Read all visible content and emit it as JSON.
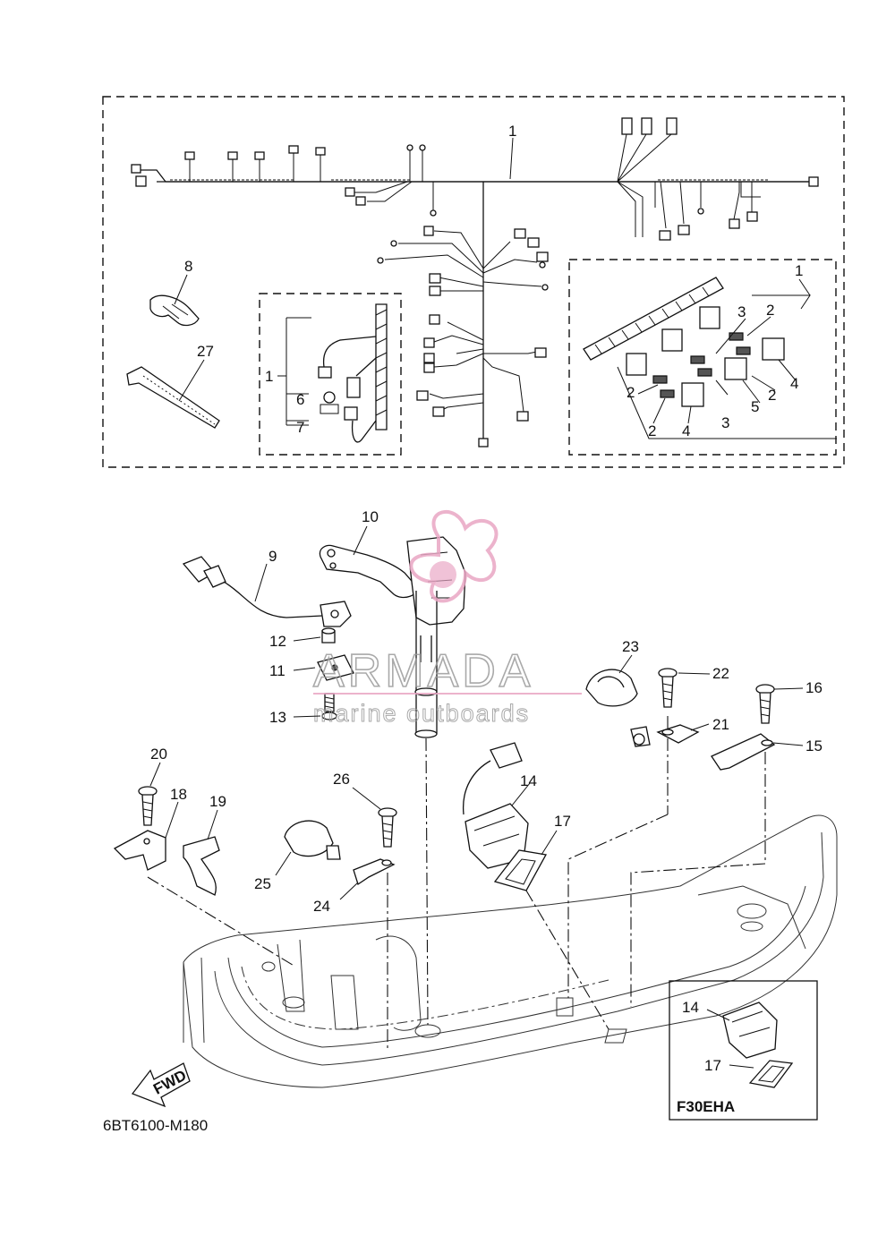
{
  "diagram_code": "6BT6100-M180",
  "inset_model": "F30EHA",
  "direction_label": "FWD",
  "watermark": {
    "brand": "ARMADA",
    "tagline": "marine outboards",
    "accent": "#e9a6c4"
  },
  "callouts": {
    "c1": "1",
    "c1b": "1",
    "c1c": "1",
    "c2a": "2",
    "c2b": "2",
    "c2c": "2",
    "c2d": "2",
    "c3a": "3",
    "c3b": "3",
    "c4a": "4",
    "c4b": "4",
    "c5": "5",
    "c6": "6",
    "c7": "7",
    "c8": "8",
    "c27": "27",
    "c9": "9",
    "c10": "10",
    "c11": "11",
    "c12": "12",
    "c13": "13",
    "c14": "14",
    "c14b": "14",
    "c15": "15",
    "c16": "16",
    "c17": "17",
    "c17b": "17",
    "c18": "18",
    "c19": "19",
    "c20": "20",
    "c21": "21",
    "c22": "22",
    "c23": "23",
    "c24": "24",
    "c25": "25",
    "c26": "26"
  }
}
